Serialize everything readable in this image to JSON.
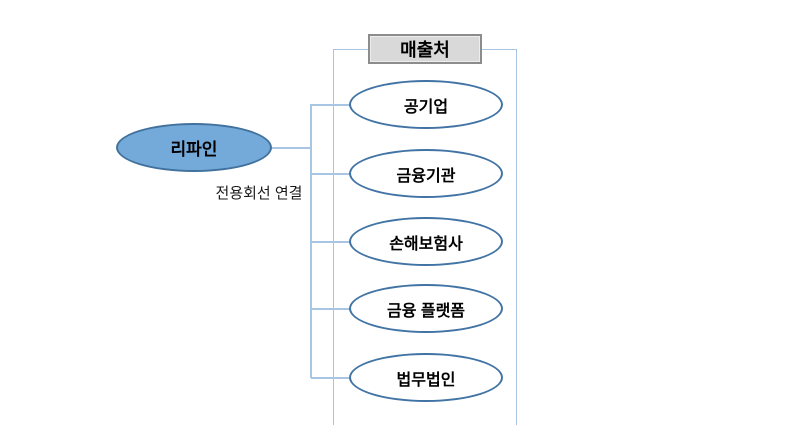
{
  "diagram": {
    "source": {
      "label": "리파인"
    },
    "connection": {
      "label": "전용회선 연결"
    },
    "group": {
      "title": "매출처"
    },
    "targets": [
      {
        "label": "공기업"
      },
      {
        "label": "금융기관"
      },
      {
        "label": "손해보험사"
      },
      {
        "label": "금융 플랫폼"
      },
      {
        "label": "법무법인"
      }
    ],
    "colors": {
      "source_fill": "#74aad9",
      "source_border": "#41719c",
      "target_border": "#4173a4",
      "connector_line": "#a8c6e4",
      "group_box_border": "#a9c4e2",
      "group_title_fill": "#d9d9d9",
      "group_title_border": "#8c8c8c",
      "text": "#000000",
      "background": "#ffffff"
    }
  }
}
